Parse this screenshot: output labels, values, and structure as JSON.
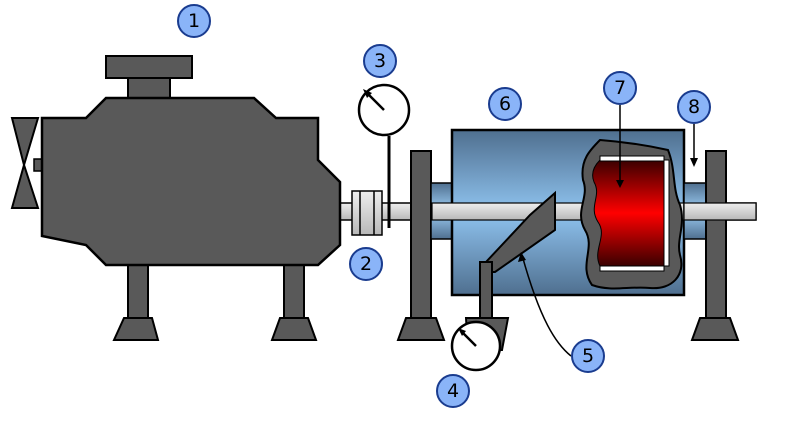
{
  "colors": {
    "machine": "#595959",
    "outline": "#000000",
    "shaft": "#d7d7d7",
    "housing_top": "#4f6f8f",
    "housing_mid": "#8fc3ef",
    "housing_bottom": "#4f6f8f",
    "rotor_red": "#ff0000",
    "rotor_dark": "#3a0000",
    "label_fill": "#8ab4f8",
    "label_stroke": "#1a3c8f",
    "gauge_face": "#ffffff"
  },
  "labels": [
    {
      "id": "1",
      "text": "1"
    },
    {
      "id": "2",
      "text": "2"
    },
    {
      "id": "3",
      "text": "3"
    },
    {
      "id": "4",
      "text": "4"
    },
    {
      "id": "5",
      "text": "5"
    },
    {
      "id": "6",
      "text": "6"
    },
    {
      "id": "7",
      "text": "7"
    },
    {
      "id": "8",
      "text": "8"
    }
  ]
}
